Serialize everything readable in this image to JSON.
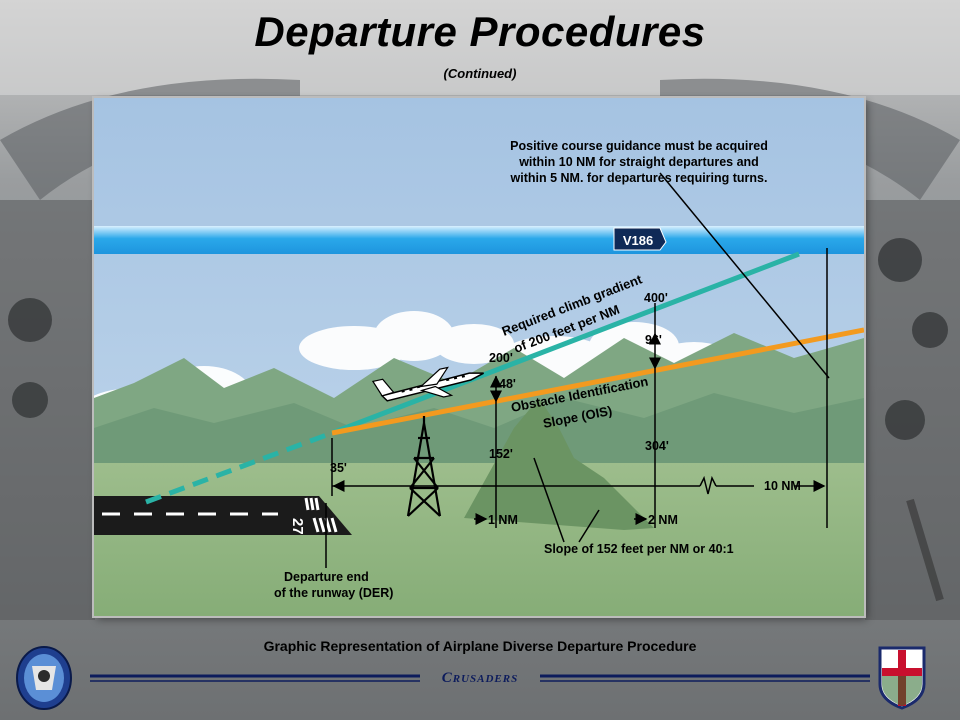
{
  "slide": {
    "title": "Departure Procedures",
    "subtitle": "(Continued)",
    "caption": "Graphic Representation of Airplane Diverse Departure Procedure",
    "footer_name": "Crusaders"
  },
  "diagram": {
    "note_line1": "Positive course guidance must be acquired",
    "note_line2": "within 10 NM for straight departures and",
    "note_line3": "within 5 NM. for departures requiring turns.",
    "airway": "V186",
    "climb_line1": "Required climb gradient",
    "climb_line2": "of 200 feet per NM",
    "ois_line1": "Obstacle Identification",
    "ois_line2": "Slope (OIS)",
    "alt_200": "200'",
    "alt_48": "48'",
    "alt_152": "152'",
    "alt_400": "400'",
    "alt_96": "96'",
    "alt_304": "304'",
    "alt_35": "35'",
    "dist_1nm": "1 NM",
    "dist_2nm": "2 NM",
    "dist_10nm": "10 NM",
    "runway_number": "27",
    "der_line1": "Departure end",
    "der_line2": "of the runway (DER)",
    "slope_note": "Slope of 152 feet per NM or 40:1"
  },
  "colors": {
    "sky": "#a9c6e3",
    "airway_band": "#2aa8ea",
    "ground": "#8bb07c",
    "climb_line": "#2ab3a6",
    "ois_line": "#f39a1f",
    "footer_navy": "#0d1c5c"
  }
}
